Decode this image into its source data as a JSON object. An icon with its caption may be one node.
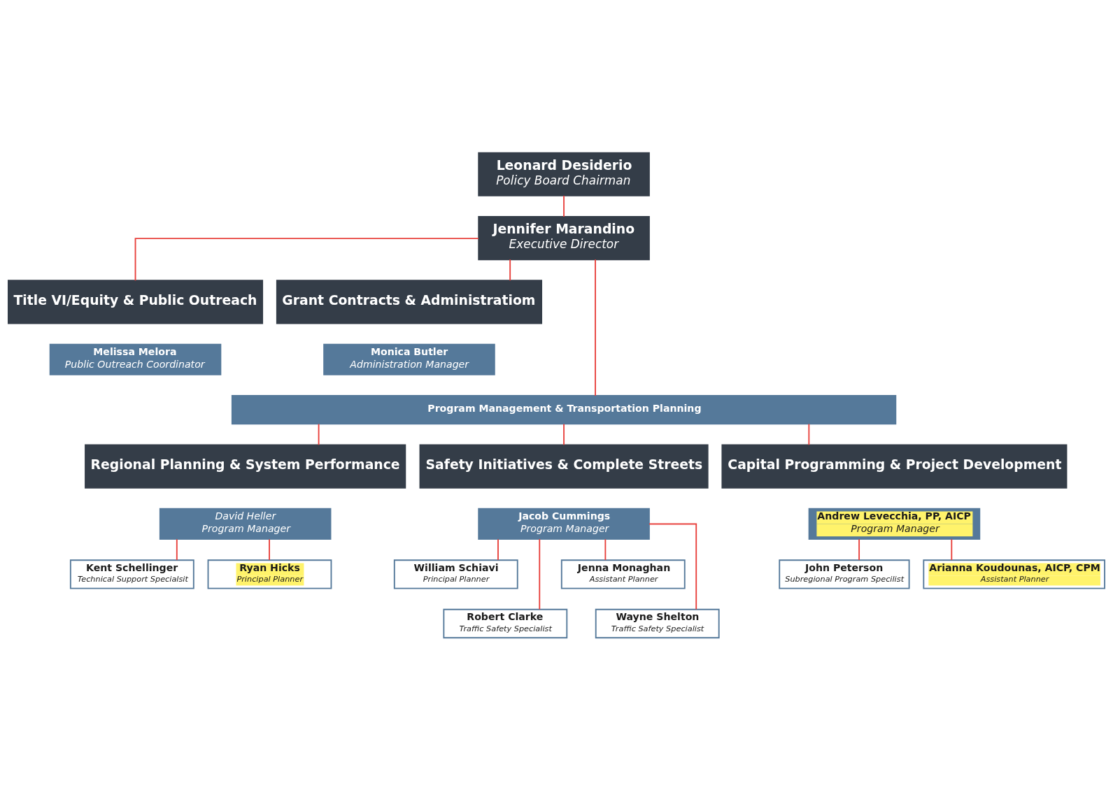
{
  "diagram": {
    "nodes": [
      {
        "text": [
          "Leonard Desiderio",
          "Policy Board Chairman"
        ]
      },
      {
        "text": [
          "Jennifer Marandino",
          "Executive Director"
        ]
      },
      {
        "text": [
          "Title VI/Equity & Public Outreach"
        ]
      },
      {
        "text": [
          "Melissa Melora",
          "Public Outreach Coordinator"
        ]
      },
      {
        "text": [
          "Grant Contracts & Administratiom"
        ]
      },
      {
        "text": [
          "Monica Butler",
          "Administration Manager"
        ]
      },
      {
        "text": [
          "Program Management & Transportation Planning"
        ]
      },
      {
        "text": [
          "Regional Planning & System Performance"
        ]
      },
      {
        "text": [
          "David Heller",
          "Program Manager"
        ]
      },
      {
        "text": [
          "Safety Initiatives & Complete Streets"
        ]
      },
      {
        "text": [
          "Jacob Cummings",
          "Program Manager"
        ]
      },
      {
        "text": [
          "Capital Programming & Project Development"
        ]
      },
      {
        "text": [
          "Andrew Levecchia, PP, AICP",
          "Program Manager"
        ]
      },
      {
        "text": [
          "Kent Schellinger",
          "Technical Support Specialsit"
        ]
      },
      {
        "text": [
          "Ryan Hicks",
          "Principal Planner"
        ]
      },
      {
        "text": [
          "William Schiavi",
          "Principal Planner"
        ]
      },
      {
        "text": [
          "Jenna Monaghan",
          "Assistant Planner"
        ]
      },
      {
        "text": [
          "Robert Clarke",
          "Traffic Safety Specialist"
        ]
      },
      {
        "text": [
          "Wayne Shelton",
          "Traffic Safety Specialist"
        ]
      },
      {
        "text": [
          "John Peterson",
          "Subregional Program Specilist"
        ]
      },
      {
        "text": [
          "Arianna Koudounas, AICP, CPM",
          "Assistant Planner"
        ]
      }
    ],
    "edges": [
      {
        "from": 0,
        "to": 1,
        "arrow": "none"
      },
      {
        "from": 1,
        "to": 2,
        "arrow": "none"
      },
      {
        "from": 1,
        "to": 4,
        "arrow": "none"
      },
      {
        "from": 1,
        "to": 6,
        "arrow": "none"
      },
      {
        "from": 6,
        "to": 7,
        "arrow": "none"
      },
      {
        "from": 6,
        "to": 9,
        "arrow": "none"
      },
      {
        "from": 6,
        "to": 11,
        "arrow": "none"
      },
      {
        "from": 8,
        "to": 13,
        "arrow": "none"
      },
      {
        "from": 8,
        "to": 14,
        "arrow": "none"
      },
      {
        "from": 10,
        "to": 15,
        "arrow": "none"
      },
      {
        "from": 10,
        "to": 16,
        "arrow": "none"
      },
      {
        "from": 10,
        "to": 17,
        "arrow": "none"
      },
      {
        "from": 10,
        "to": 18,
        "arrow": "none"
      },
      {
        "from": 12,
        "to": 19,
        "arrow": "none"
      },
      {
        "from": 12,
        "to": 20,
        "arrow": "none"
      }
    ]
  }
}
